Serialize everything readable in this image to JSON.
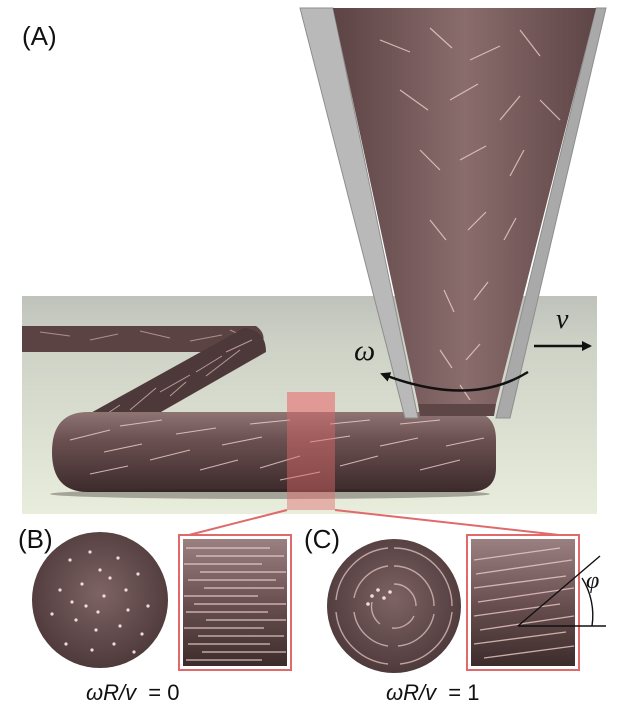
{
  "panels": {
    "a": {
      "label": "(A)"
    },
    "b": {
      "label": "(B)",
      "caption_symbol": "ωR/v",
      "caption_value": "= 0"
    },
    "c": {
      "label": "(C)",
      "caption_symbol": "ωR/v",
      "caption_value": "= 1"
    }
  },
  "symbols": {
    "velocity": "v",
    "rotation": "ω",
    "angle": "φ"
  },
  "colors": {
    "filament": "#6b4f50",
    "fiber": "#e9c8c5",
    "nozzle_wall": "#b9b9b9",
    "stage_back": "#c7cac2",
    "stage_front": "#e7ecdc",
    "highlight": "#e06a6a"
  }
}
